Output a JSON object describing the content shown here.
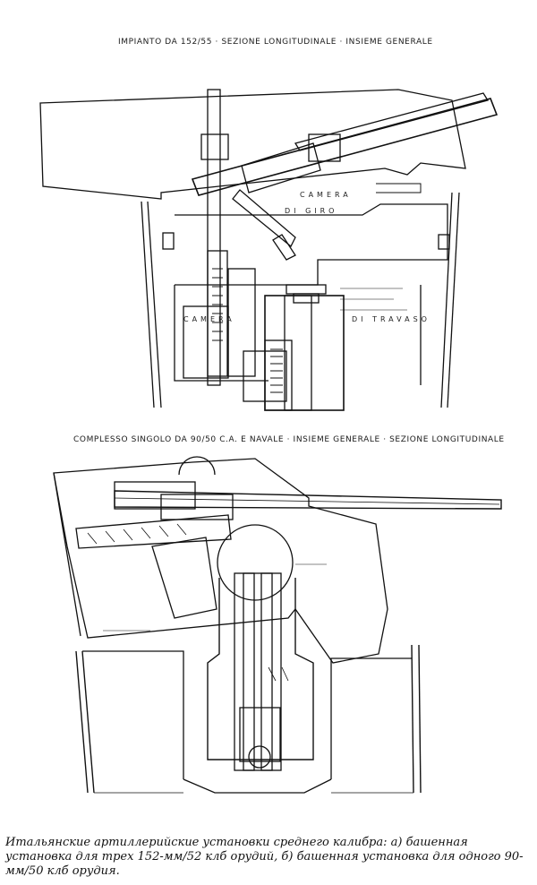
{
  "figure_a": {
    "title": "IMPIANTO DA 152/55 · SEZIONE LONGITUDINALE · INSIEME GENERALE",
    "labels": {
      "camera_top": "CAMERA",
      "di_giro": "DI GIRO",
      "camera_lower": "CAMERA",
      "di_travaso": "DI TRAVASO"
    }
  },
  "figure_b": {
    "title": "COMPLESSO SINGOLO DA 90/50 C.A. E NAVALE · INSIEME GENERALE · SEZIONE LONGITUDINALE"
  },
  "caption": "Итальянские артиллерийские установки среднего калибра: а) башенная установка для трех 152-мм/52 клб орудий, б) башенная установка для одного 90-мм/50 клб орудия."
}
